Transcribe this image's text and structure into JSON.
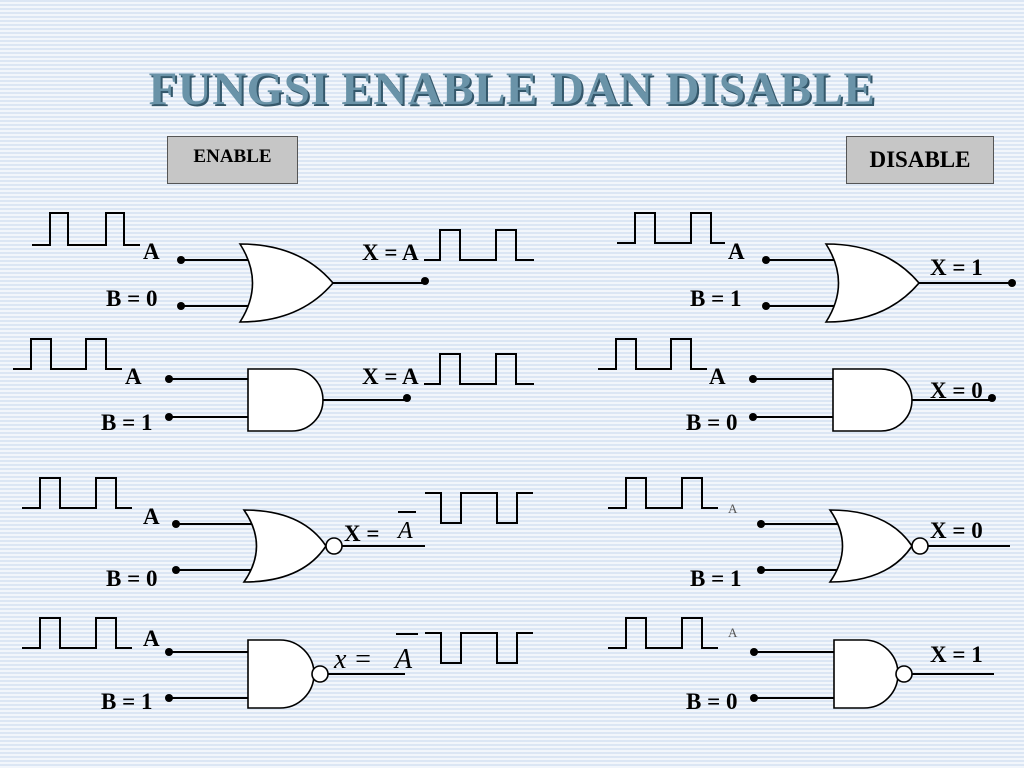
{
  "title": "FUNGSI ENABLE DAN DISABLE",
  "enable_label": "ENABLE",
  "disable_label": "DISABLE",
  "enable_gates": [
    {
      "gate": "OR",
      "input_a": "A",
      "input_b": "B = 0",
      "output_lhs": "X = A",
      "output_rhs": ""
    },
    {
      "gate": "AND",
      "input_a": "A",
      "input_b": "B = 1",
      "output_lhs": "X = A",
      "output_rhs": ""
    },
    {
      "gate": "NOR",
      "input_a": "A",
      "input_b": "B = 0",
      "output_lhs": "X =",
      "output_rhs": "A"
    },
    {
      "gate": "NAND",
      "input_a": "A",
      "input_b": "B = 1",
      "output_lhs": "x =",
      "output_rhs": "A"
    }
  ],
  "disable_gates": [
    {
      "gate": "OR",
      "input_a": "A",
      "input_b": "B = 1",
      "output": "X = 1"
    },
    {
      "gate": "AND",
      "input_a": "A",
      "input_b": "B = 0",
      "output": "X = 0"
    },
    {
      "gate": "NOR",
      "input_a": "A",
      "input_b": "B = 1",
      "output": "X = 0"
    },
    {
      "gate": "NAND",
      "input_a": "A",
      "input_b": "B = 0",
      "output": "X = 1"
    }
  ],
  "colors": {
    "title": "#6a93a8",
    "title_shadow": "#35586b",
    "box": "#c6c6c6",
    "background": "#e3ecf7"
  }
}
